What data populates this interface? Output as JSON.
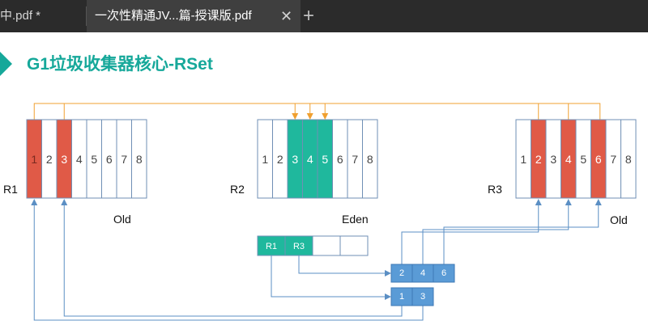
{
  "tabs": [
    {
      "label": "中.pdf *"
    },
    {
      "label": "一次性精通JV...篇-授课版.pdf"
    }
  ],
  "tab_close_glyph": "✕",
  "tab_add_glyph": "+",
  "slide": {
    "title": "G1垃圾收集器核心-RSet"
  },
  "regions": {
    "r1": {
      "label": "R1",
      "type": "Old",
      "cells": [
        "1",
        "2",
        "3",
        "4",
        "5",
        "6",
        "7",
        "8"
      ]
    },
    "r2": {
      "label": "R2",
      "type": "Eden",
      "cells": [
        "1",
        "2",
        "3",
        "4",
        "5",
        "6",
        "7",
        "8"
      ]
    },
    "r3": {
      "label": "R3",
      "type": "Old",
      "cells": [
        "1",
        "2",
        "3",
        "4",
        "5",
        "6",
        "7",
        "8"
      ]
    }
  },
  "rset": {
    "cells": [
      "R1",
      "R3",
      "",
      ""
    ],
    "r3_refs": [
      "2",
      "4",
      "6"
    ],
    "r1_refs": [
      "1",
      "3"
    ]
  },
  "colors": {
    "red": "#e05a47",
    "teal": "#1fb89d",
    "blue": "#5a9bd6",
    "orange": "#f0a030",
    "line_blue": "#5b8fc4",
    "cell_border": "#6f8fb5"
  }
}
